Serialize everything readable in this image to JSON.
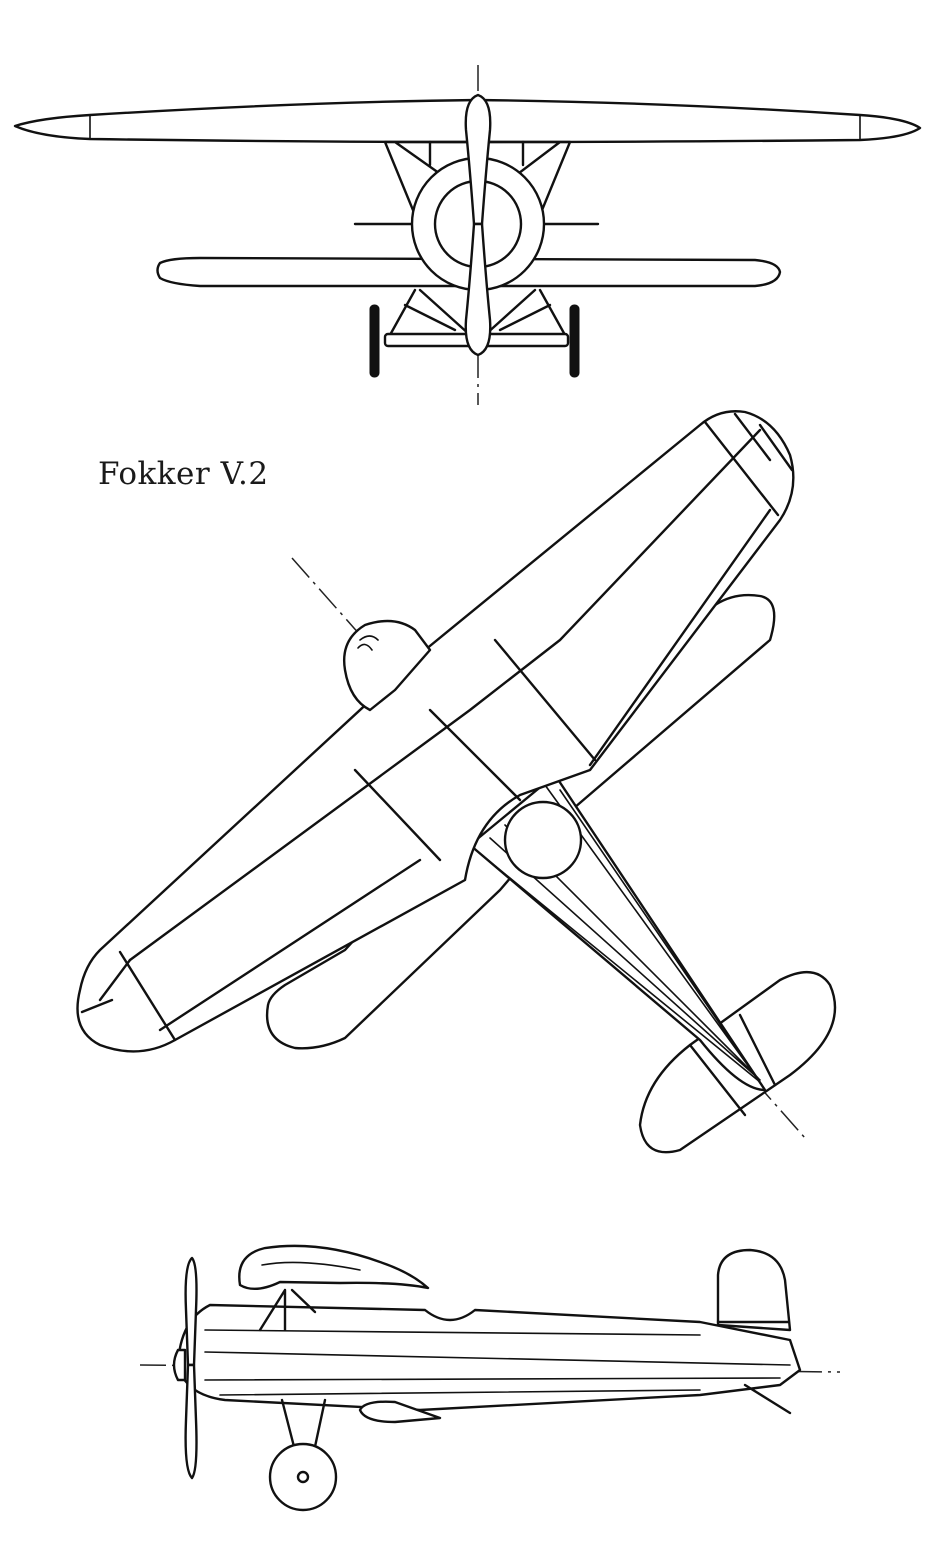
{
  "drawing": {
    "title": "Fokker V.2"
  },
  "views": [
    {
      "id": "front-view"
    },
    {
      "id": "top-view"
    },
    {
      "id": "side-view"
    }
  ]
}
